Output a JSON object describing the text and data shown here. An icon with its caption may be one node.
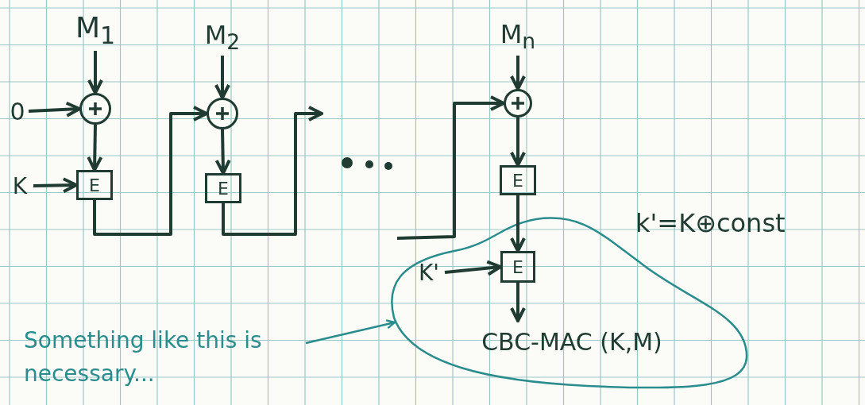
{
  "diagram": {
    "nodes": [
      {
        "text": [
          "M$_{1}$"
        ]
      },
      {
        "text": [
          "M$_{2}$"
        ]
      },
      {
        "text": [
          "M$_{n}$"
        ]
      },
      {
        "text": [
          "0"
        ]
      },
      {
        "text": [],
        "shape": "circle"
      },
      {
        "text": [
          "E"
        ]
      },
      {
        "text": [
          "K"
        ]
      },
      {
        "text": [],
        "shape": "circle"
      },
      {
        "text": [
          "E"
        ]
      },
      {
        "text": [],
        "shape": "circle"
      },
      {
        "text": [
          "E"
        ]
      },
      {
        "text": [],
        "shape": "cloud"
      },
      {
        "text": [
          "K'"
        ],
        "in": 11
      },
      {
        "text": [
          "E"
        ],
        "in": 11
      },
      {
        "text": [
          "CBC-MAC (K,M)"
        ],
        "in": 11
      },
      {
        "text": [
          "Something like this is necessary..."
        ]
      }
    ],
    "edges": [
      {
        "from": 0,
        "to": 4,
        "arrow": "to"
      },
      {
        "from": 3,
        "to": 4,
        "arrow": "to"
      },
      {
        "from": 4,
        "to": 5,
        "arrow": "to"
      },
      {
        "from": 6,
        "to": 5,
        "arrow": "to"
      },
      {
        "from": 5,
        "to": 7,
        "arrow": "to"
      },
      {
        "from": 1,
        "to": 7,
        "arrow": "to"
      },
      {
        "from": 7,
        "to": 8,
        "arrow": "to"
      },
      {
        "from": 8,
        "to": null,
        "arrow": "to"
      },
      {
        "from": null,
        "to": 9,
        "arrow": "to"
      },
      {
        "from": 2,
        "to": 9,
        "arrow": "to"
      },
      {
        "from": 9,
        "to": 10,
        "arrow": "to"
      },
      {
        "from": 10,
        "to": 13,
        "arrow": "to"
      },
      {
        "from": 12,
        "to": 13,
        "arrow": "to"
      },
      {
        "from": 13,
        "to": 14,
        "arrow": "to"
      },
      {
        "from": 15,
        "to": 11,
        "arrow": "to",
        "color": "#2a8c8c"
      }
    ],
    "labels": [
      "k'=K⊕const"
    ]
  }
}
